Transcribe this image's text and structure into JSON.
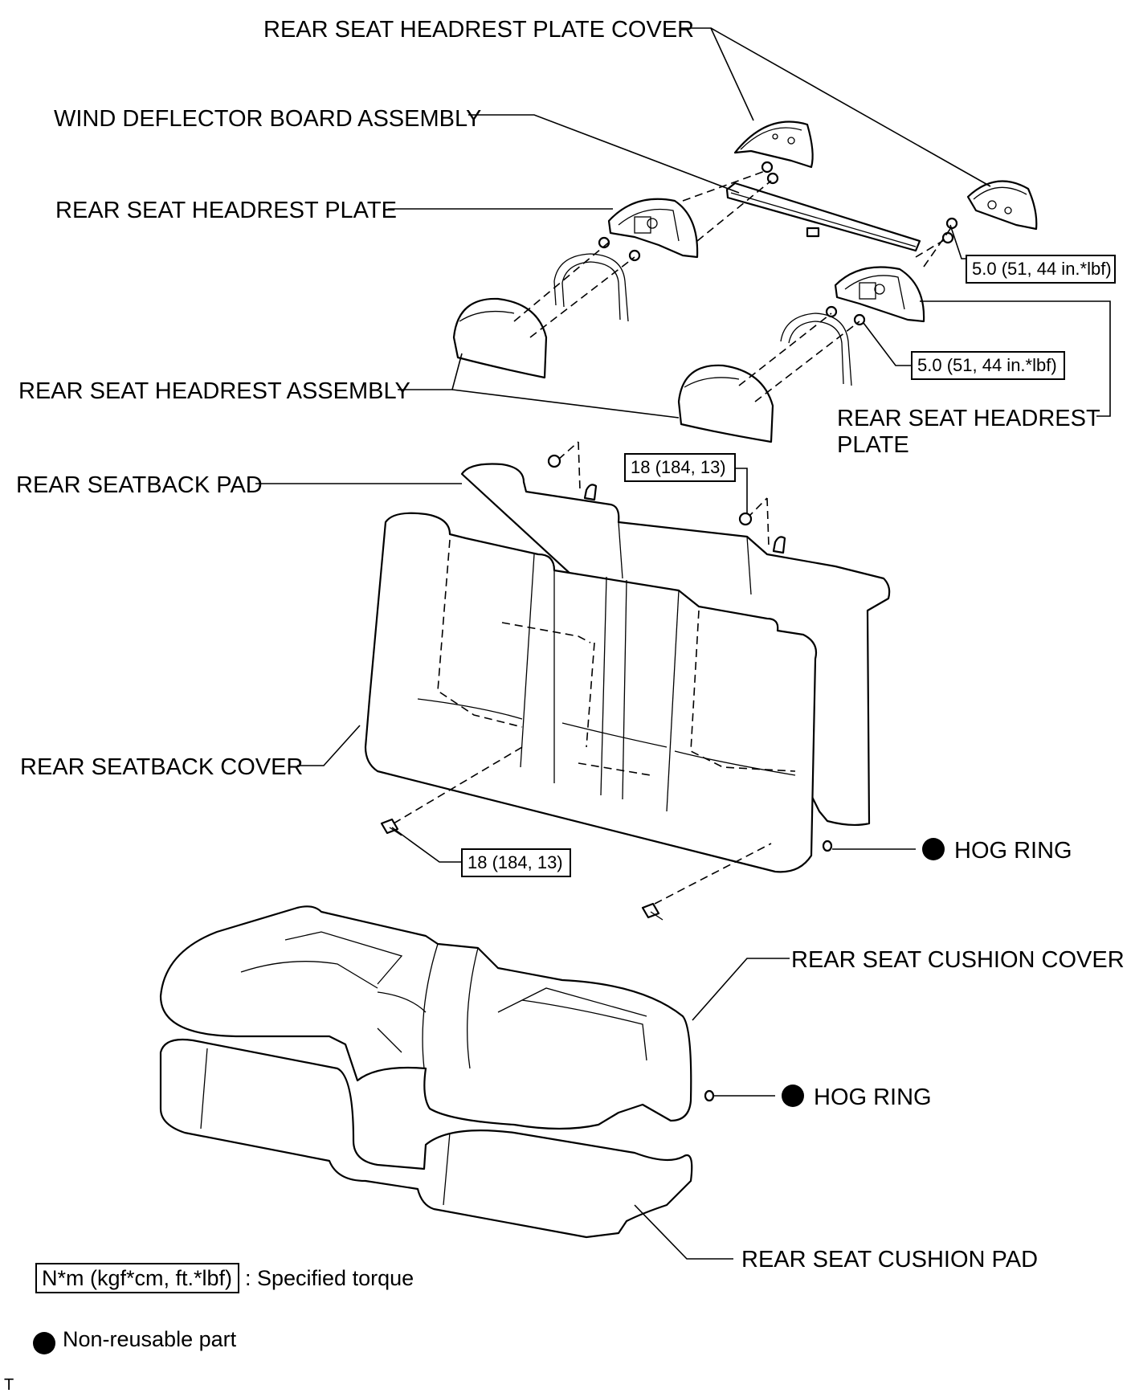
{
  "labels": {
    "headrest_plate_cover": "REAR SEAT HEADREST PLATE COVER",
    "wind_deflector": "WIND DEFLECTOR BOARD ASSEMBLY",
    "headrest_plate_left": "REAR SEAT HEADREST PLATE",
    "headrest_assembly": "REAR SEAT HEADREST ASSEMBLY",
    "headrest_plate_right_line1": "REAR SEAT HEADREST",
    "headrest_plate_right_line2": "PLATE",
    "seatback_pad": "REAR SEATBACK PAD",
    "seatback_cover": "REAR SEATBACK COVER",
    "hog_ring_upper": "HOG RING",
    "cushion_cover": "REAR SEAT CUSHION COVER",
    "hog_ring_lower": "HOG RING",
    "cushion_pad": "REAR SEAT CUSHION PAD"
  },
  "torques": {
    "plate_upper": "5.0 (51, 44 in.*lbf)",
    "plate_lower": "5.0 (51, 44 in.*lbf)",
    "seatback_upper": "18 (184, 13)",
    "seatback_lower": "18 (184, 13)"
  },
  "legend": {
    "torque_unit": "N*m (kgf*cm, ft.*lbf)",
    "torque_desc": ": Specified torque",
    "nonreusable_desc": "Non-reusable part"
  },
  "footer_mark": "T"
}
